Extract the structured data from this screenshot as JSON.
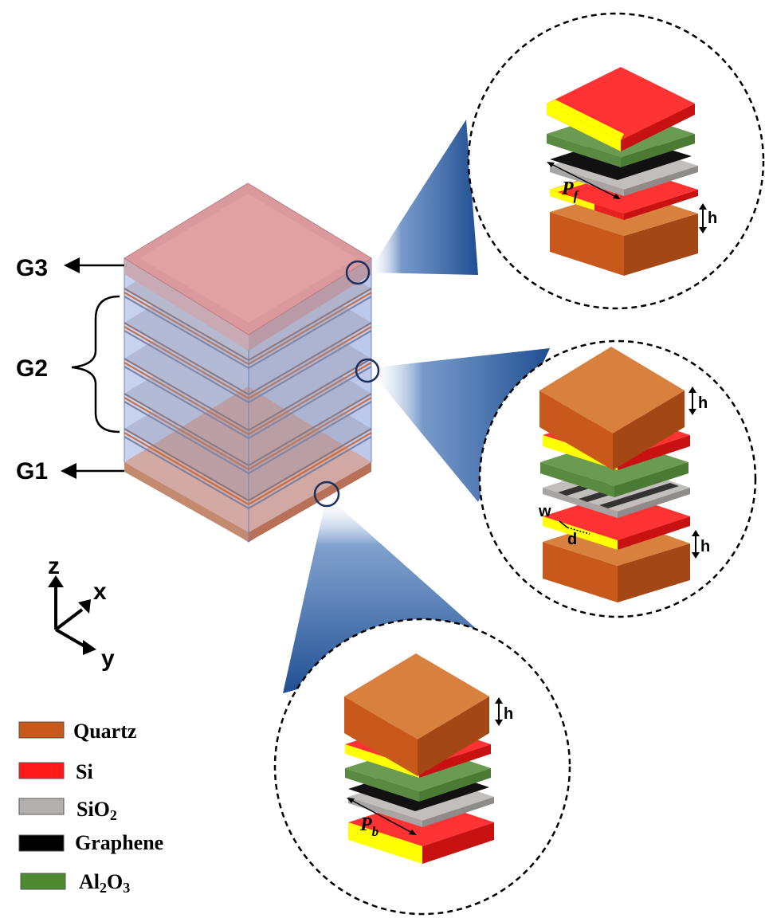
{
  "groups": {
    "g3": "G3",
    "g2": "G2",
    "g1": "G1"
  },
  "axes": {
    "z": "z",
    "x": "x",
    "y": "y"
  },
  "dimensions": {
    "h": "h",
    "w": "w",
    "d": "d",
    "pf_main": "P",
    "pf_sub": "f",
    "pb_main": "P",
    "pb_sub": "b"
  },
  "legend": [
    {
      "label": "Quartz",
      "sub": "",
      "tail": "",
      "color": "#c9581b"
    },
    {
      "label": "Si",
      "sub": "",
      "tail": "",
      "color": "#ff1a1a"
    },
    {
      "label": "SiO",
      "sub": "2",
      "tail": "",
      "color": "#b5b0b0"
    },
    {
      "label": "Graphene",
      "sub": "",
      "tail": "",
      "color": "#000000"
    },
    {
      "label": "Al",
      "sub": "2",
      "tail": "O",
      "sub2": "3",
      "color": "#4e8a2f"
    }
  ],
  "colors": {
    "quartz_top": "#d8813f",
    "quartz_front": "#c9581b",
    "quartz_side": "#a34714",
    "si_top": "#ff3333",
    "si_side": "#d01414",
    "sio2_top": "#c2bebe",
    "sio2_side": "#8f8b8b",
    "graphene": "#111111",
    "al2o3_top": "#6b9a52",
    "al2o3_side": "#4b7a34",
    "gold": "#ffff00",
    "callout_blue": "#1f4e91"
  }
}
